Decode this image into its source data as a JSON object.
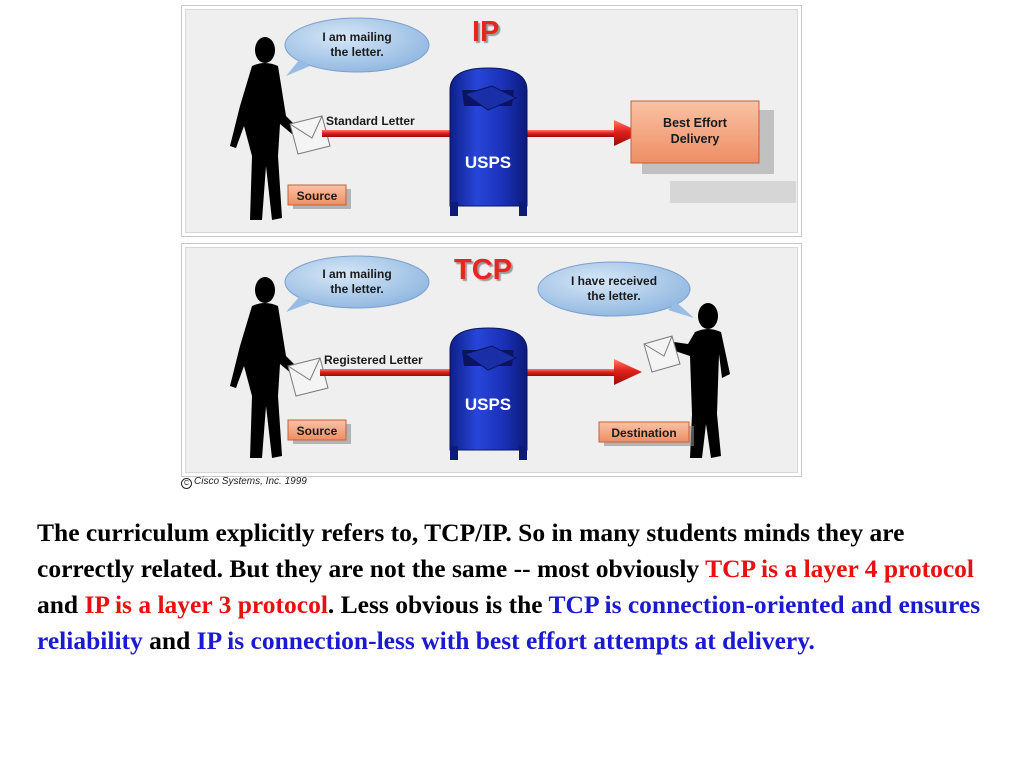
{
  "ip_panel": {
    "title": "IP",
    "speech_line1": "I am mailing",
    "speech_line2": "the letter.",
    "arrow_label": "Standard Letter",
    "mailbox_label": "USPS",
    "result_line1": "Best Effort",
    "result_line2": "Delivery",
    "source_label": "Source"
  },
  "tcp_panel": {
    "title": "TCP",
    "speech_line1": "I am mailing",
    "speech_line2": "the letter.",
    "reply_line1": "I have received",
    "reply_line2": "the letter.",
    "arrow_label": "Registered Letter",
    "mailbox_label": "USPS",
    "source_label": "Source",
    "destination_label": "Destination"
  },
  "copyright": {
    "symbol": "C",
    "text": "Cisco Systems, Inc. 1999"
  },
  "paragraph": {
    "p1": "The curriculum explicitly refers to, TCP/IP. So in many students minds they are correctly related. But they are not the same -- most obviously ",
    "r1": "TCP is a layer 4 protocol",
    "p2": " and ",
    "r2": "IP is a layer 3 protocol",
    "p3": ". Less obvious is the ",
    "b1": "TCP is connection-oriented and ensures reliability",
    "p4": " and ",
    "b2": "IP is connection-less with best effort attempts at delivery."
  },
  "colors": {
    "title_red": "#e8261e",
    "arrow_red": "#e0201a",
    "mailbox_blue": "#1f37c8",
    "bubble_blue": "#a9c9ea",
    "box_salmon": "#f3a27a",
    "text_red": "#e81010",
    "text_blue": "#1a1ad0"
  }
}
